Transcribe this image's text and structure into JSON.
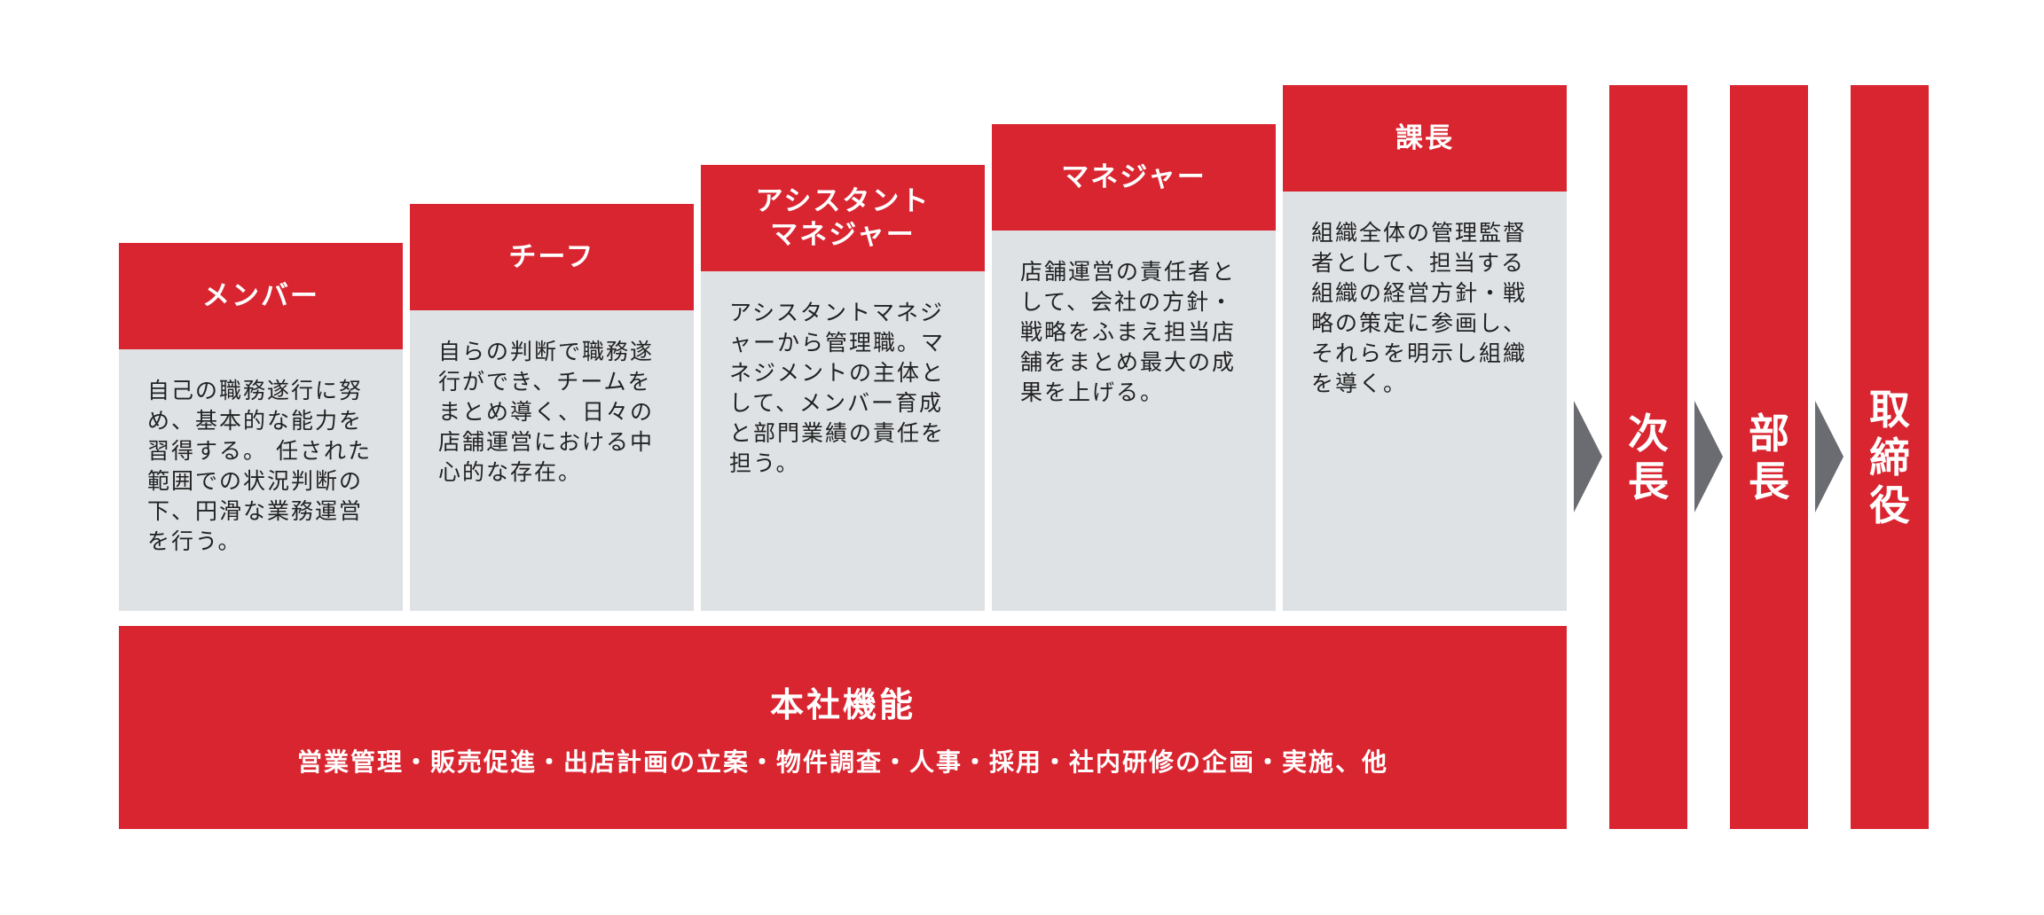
{
  "colors": {
    "accent_red": "#d92530",
    "panel_gray": "#dfe2e5",
    "arrow_gray": "#6b6c72",
    "text_dark": "#222222"
  },
  "levels": [
    {
      "title": "メンバー",
      "description": "自己の職務遂行に努め、基本的な能力を習得する。 任された範囲での状況判断の下、円滑な業務運営を行う。"
    },
    {
      "title": "チーフ",
      "description": "自らの判断で職務遂行ができ、チームをまとめ導く、日々の店舗運営における中心的な存在。"
    },
    {
      "title": "アシスタント\nマネジャー",
      "title_line1": "アシスタント",
      "title_line2": "マネジャー",
      "description": "アシスタントマネジャーから管理職。マネジメントの主体として、メンバー育成と部門業績の責任を担う。"
    },
    {
      "title": "マネジャー",
      "description": "店舗運営の責任者として、会社の方針・戦略をふまえ担当店舗をまとめ最大の成果を上げる。"
    },
    {
      "title": "課長",
      "description": "組織全体の管理監督者として、担当する組織の経営方針・戦略の策定に参画し、それらを明示し組織を導く。"
    }
  ],
  "senior_levels": [
    {
      "title": "次長"
    },
    {
      "title": "部長"
    },
    {
      "title": "取締役"
    }
  ],
  "headquarters": {
    "title": "本社機能",
    "functions": "営業管理・販売促進・出店計画の立案・物件調査・人事・採用・社内研修の企画・実施、他"
  },
  "icons": {
    "arrow": "chevron-right-triangle"
  }
}
